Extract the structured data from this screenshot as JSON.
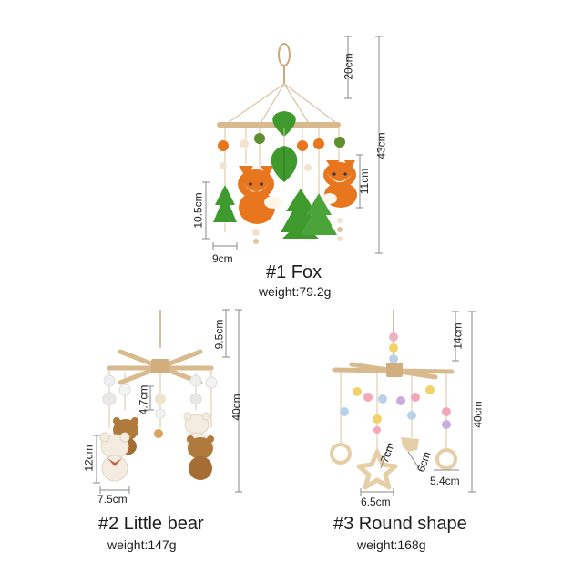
{
  "products": [
    {
      "title": "#1 Fox",
      "weight": "weight:79.2g",
      "dimensions": {
        "hang": "20cm",
        "total": "43cm",
        "fox": "11cm",
        "tree_height": "10.5cm",
        "tree_width": "9cm"
      }
    },
    {
      "title": "#2 Little bear",
      "weight": "weight:147g",
      "dimensions": {
        "hang": "9.5cm",
        "total": "40cm",
        "small": "4.7cm",
        "bear_height": "12cm",
        "bear_width": "7.5cm"
      }
    },
    {
      "title": "#3 Round shape",
      "weight": "weight:168g",
      "dimensions": {
        "hang": "14cm",
        "total": "40cm",
        "star": "7cm",
        "animal": "6cm",
        "ring": "5.4cm",
        "star_width": "6.5cm"
      }
    }
  ],
  "colors": {
    "wood": "#d9b98e",
    "orange": "#e8761e",
    "green": "#3f8f2e",
    "bear_brown": "#b07a3c",
    "ring_wood": "#e6cfa6"
  }
}
